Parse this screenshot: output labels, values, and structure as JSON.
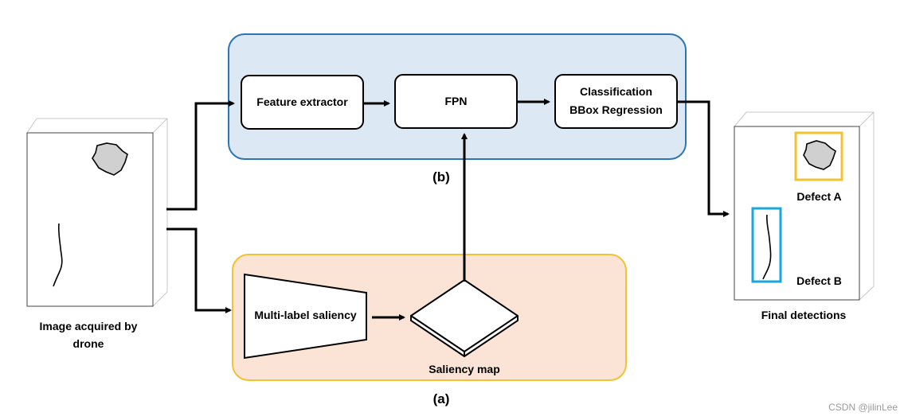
{
  "panel_b": {
    "tag": "(b)",
    "fill": "#dde8f5",
    "stroke": "#2e75b6"
  },
  "panel_a": {
    "tag": "(a)",
    "fill": "#fbe4d6",
    "stroke": "#f2c230"
  },
  "boxes": {
    "feature_extractor": "Feature extractor",
    "fpn": "FPN",
    "classification_line1": "Classification",
    "classification_line2": "BBox Regression",
    "multi_label_saliency": "Multi-label saliency"
  },
  "captions": {
    "input_line1": "Image acquired by",
    "input_line2": "drone",
    "saliency_map": "Saliency map",
    "final_detections": "Final detections",
    "defect_a": "Defect A",
    "defect_b": "Defect B"
  },
  "colors": {
    "defect_a_box": "#f2c230",
    "defect_b_box": "#1aa7dd",
    "blob": "#d0d0d0"
  },
  "watermark": "CSDN @jilinLee"
}
